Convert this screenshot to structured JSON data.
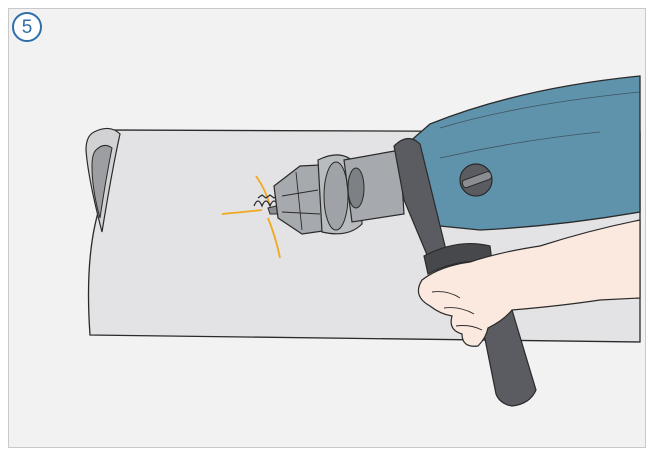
{
  "step": {
    "number": "5"
  },
  "colors": {
    "frame_bg": "#f2f2f3",
    "frame_border": "#c9c9cc",
    "step_accent": "#2f6ea8",
    "sheet": "#e3e3e5",
    "drill_body": "#5f93ab",
    "drill_grip": "#5a5c61",
    "chuck": "#a6a9ad",
    "bit": "#8a8d92",
    "spark": "#f2a81d",
    "hand": "#fbe9df"
  },
  "icons": {
    "step_marker": "circled-number",
    "tool": "hammer-drill"
  }
}
